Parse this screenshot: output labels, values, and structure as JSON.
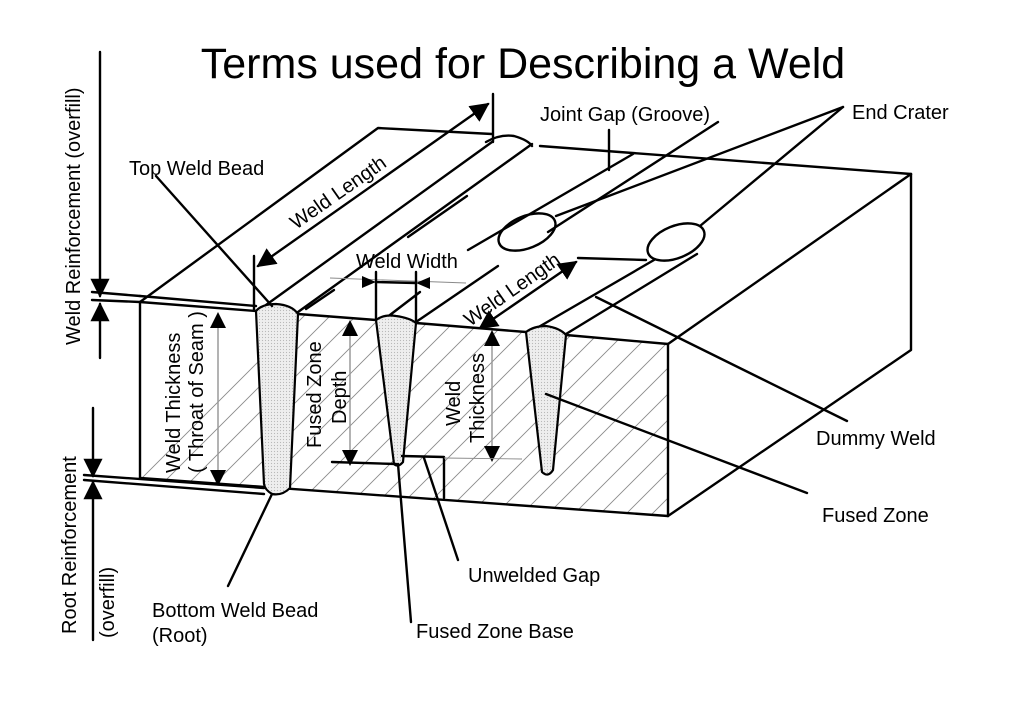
{
  "title": "Terms used for Describing a Weld",
  "labels": {
    "weld_reinforcement": "Weld Reinforcement (overfill)",
    "top_weld_bead": "Top Weld Bead",
    "weld_length_1": "Weld Length",
    "weld_length_2": "Weld Length",
    "joint_gap": "Joint Gap (Groove)",
    "end_crater": "End Crater",
    "weld_width": "Weld Width",
    "weld_thickness_seam_line1": "Weld Thickness",
    "weld_thickness_seam_line2": "( Throat of Seam )",
    "fused_zone_depth_line1": "Fused Zone",
    "fused_zone_depth_line2": "Depth",
    "weld_thickness_line1": "Weld",
    "weld_thickness_line2": "Thickness",
    "dummy_weld": "Dummy Weld",
    "fused_zone": "Fused Zone",
    "unwelded_gap": "Unwelded Gap",
    "fused_zone_base": "Fused Zone Base",
    "bottom_weld_bead_line1": "Bottom Weld Bead",
    "bottom_weld_bead_line2": "(Root)",
    "root_reinforcement_line1": "Root Reinforcement",
    "root_reinforcement_line2": "(overfill)"
  },
  "colors": {
    "line": "#000000",
    "hatch": "#8a8a8a",
    "bead_fill": "#e6e6e6",
    "background": "#ffffff"
  }
}
